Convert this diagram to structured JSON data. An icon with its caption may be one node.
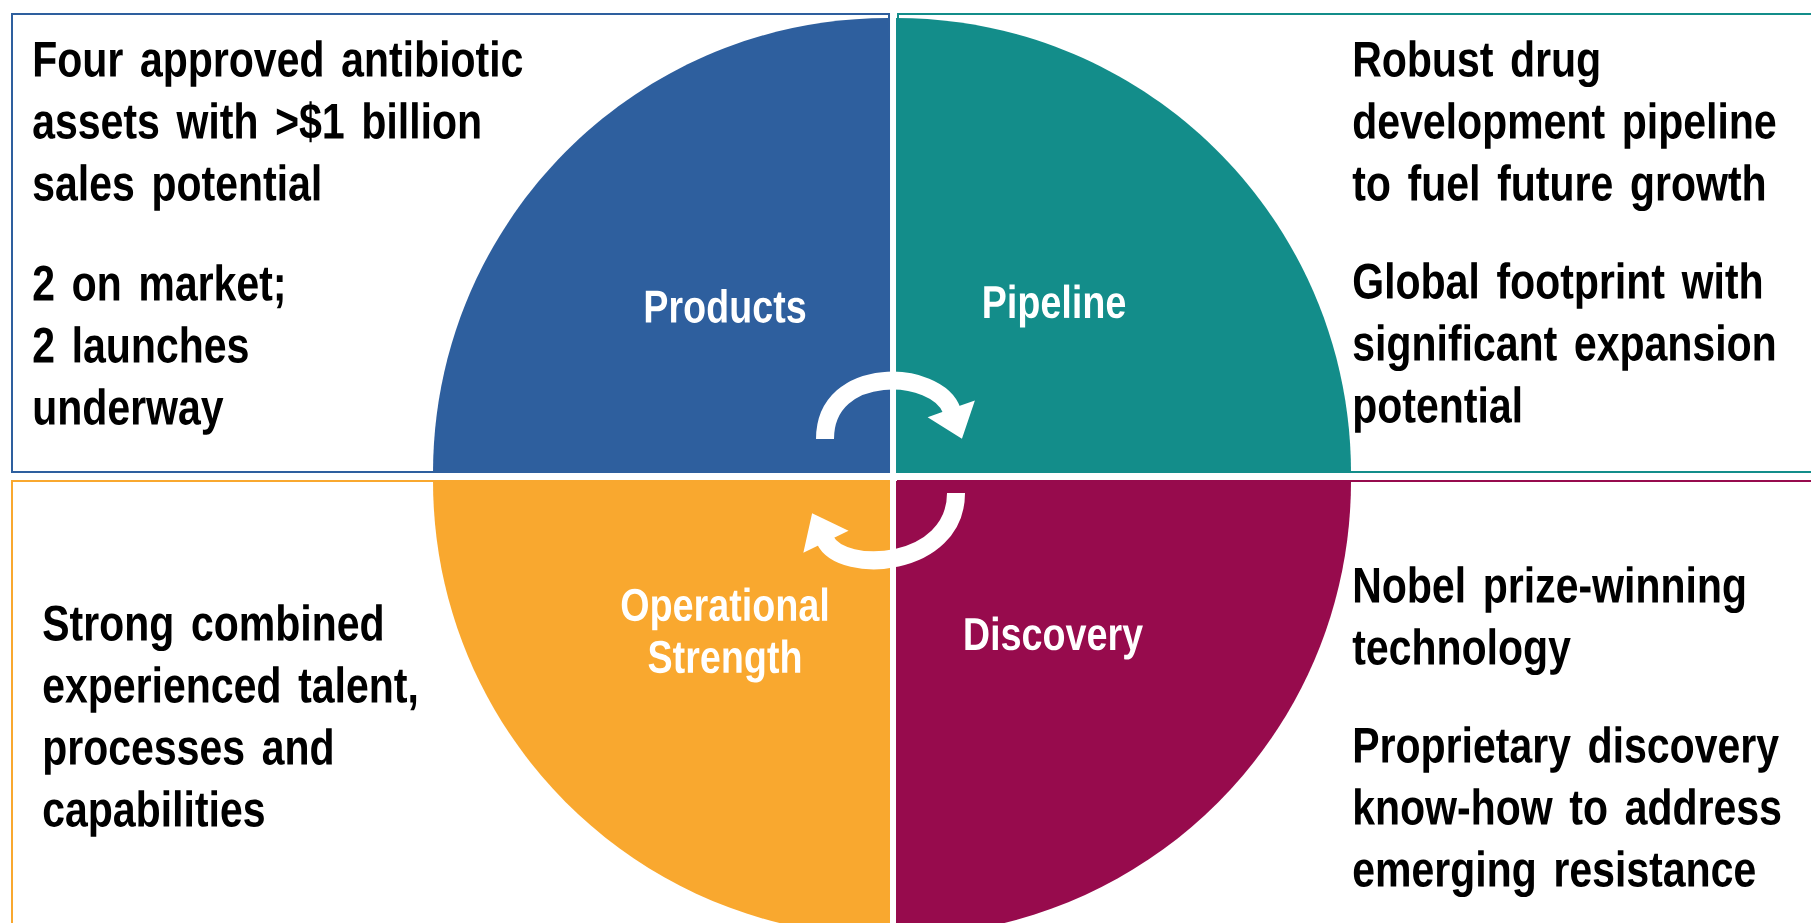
{
  "diagram": {
    "nodes": [
      {
        "text": [
          "Four approved antibiotic assets with >$1 billion sales potential",
          "2 on market; 2 launches underway"
        ]
      },
      {
        "text": [
          "Products"
        ],
        "in": 0
      },
      {
        "text": [
          "Robust drug development pipeline to fuel future growth",
          "Global footprint with significant expansion potential"
        ]
      },
      {
        "text": [
          "Pipeline"
        ],
        "in": 2
      },
      {
        "text": [
          "Strong combined experienced talent, processes and capabilities"
        ]
      },
      {
        "text": [
          "Operational Strength"
        ],
        "in": 4
      },
      {
        "text": [
          "Nobel prize-winning technology",
          "Proprietary discovery know-how to address emerging resistance"
        ]
      },
      {
        "text": [
          "Discovery"
        ],
        "in": 6
      }
    ],
    "edges": [
      {
        "from": 1,
        "to": 3,
        "arrow": "to"
      },
      {
        "from": 7,
        "to": 5,
        "arrow": "to"
      }
    ]
  }
}
